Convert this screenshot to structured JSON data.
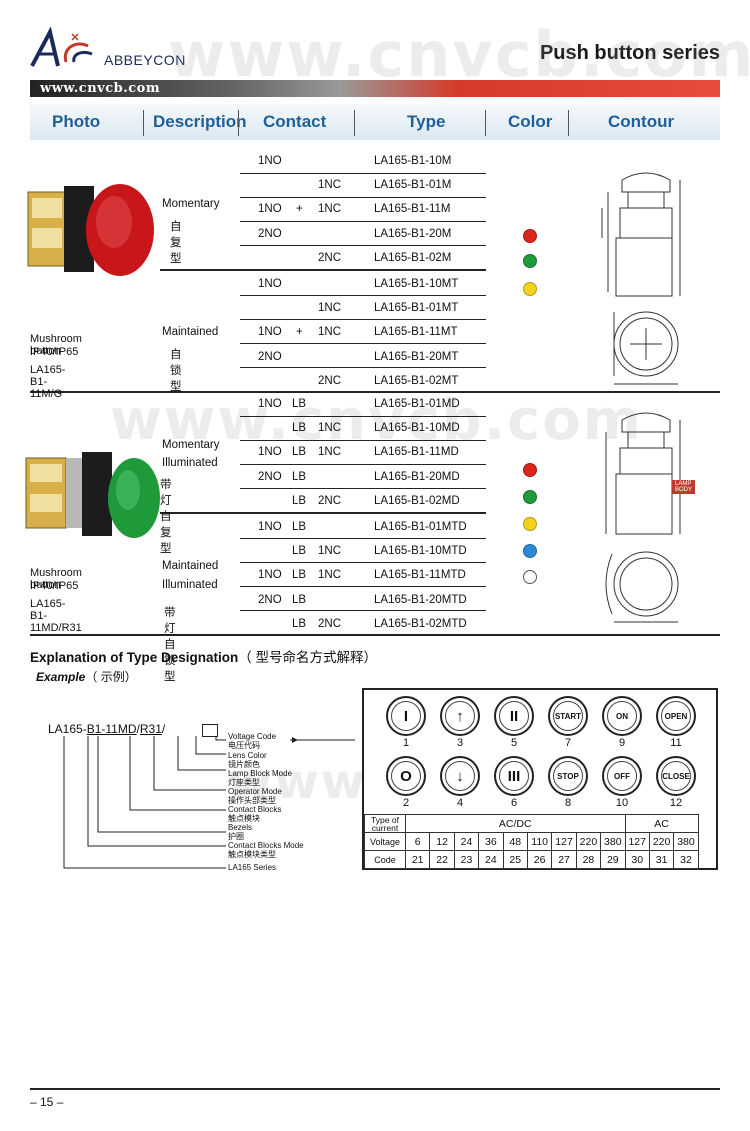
{
  "header": {
    "brand": "ABBEYCON",
    "title": "Push button series",
    "url": "www.cnvcb.com",
    "watermark": "www.cnvcb.com"
  },
  "columns": {
    "photo": "Photo",
    "description": "Description",
    "contact": "Contact",
    "type": "Type",
    "color": "Color",
    "contour": "Contour"
  },
  "section1": {
    "momentary_en": "Momentary",
    "momentary_cn": "自复型",
    "maintained_en": "Maintained",
    "maintained_cn": "自锁型",
    "name": "Mushroom button",
    "ip": "IP40/IP65",
    "model": "LA165-B1-11M/G",
    "rows": [
      {
        "c1": "1NO",
        "c2": "",
        "c3": "",
        "type": "LA165-B1-10M"
      },
      {
        "c1": "",
        "c2": "",
        "c3": "1NC",
        "type": "LA165-B1-01M"
      },
      {
        "c1": "1NO",
        "c2": "+",
        "c3": "1NC",
        "type": "LA165-B1-11M"
      },
      {
        "c1": "2NO",
        "c2": "",
        "c3": "",
        "type": "LA165-B1-20M"
      },
      {
        "c1": "",
        "c2": "",
        "c3": "2NC",
        "type": "LA165-B1-02M"
      },
      {
        "c1": "1NO",
        "c2": "",
        "c3": "",
        "type": "LA165-B1-10MT"
      },
      {
        "c1": "",
        "c2": "",
        "c3": "1NC",
        "type": "LA165-B1-01MT"
      },
      {
        "c1": "1NO",
        "c2": "+",
        "c3": "1NC",
        "type": "LA165-B1-11MT"
      },
      {
        "c1": "2NO",
        "c2": "",
        "c3": "",
        "type": "LA165-B1-20MT"
      },
      {
        "c1": "",
        "c2": "",
        "c3": "2NC",
        "type": "LA165-B1-02MT"
      }
    ],
    "colors": [
      "#d9261c",
      "#1f9a3a",
      "#f1d21c"
    ]
  },
  "section2": {
    "momentary_en": "Momentary",
    "illum": "Illuminated",
    "momentary_cn": "带灯自复型",
    "maintained_en": "Maintained",
    "maintained_cn": "带灯自锁型",
    "name": "Mushroom button",
    "ip": "IP40/IP65",
    "model": "LA165-B1-11MD/R31",
    "rows": [
      {
        "c1": "1NO",
        "c2": "LB",
        "c3": "",
        "type": "LA165-B1-01MD"
      },
      {
        "c1": "",
        "c2": "LB",
        "c3": "1NC",
        "type": "LA165-B1-10MD"
      },
      {
        "c1": "1NO",
        "c2": "LB",
        "c3": "1NC",
        "type": "LA165-B1-11MD"
      },
      {
        "c1": "2NO",
        "c2": "LB",
        "c3": "",
        "type": "LA165-B1-20MD"
      },
      {
        "c1": "",
        "c2": "LB",
        "c3": "2NC",
        "type": "LA165-B1-02MD"
      },
      {
        "c1": "1NO",
        "c2": "LB",
        "c3": "",
        "type": "LA165-B1-01MTD"
      },
      {
        "c1": "",
        "c2": "LB",
        "c3": "1NC",
        "type": "LA165-B1-10MTD"
      },
      {
        "c1": "1NO",
        "c2": "LB",
        "c3": "1NC",
        "type": "LA165-B1-11MTD"
      },
      {
        "c1": "2NO",
        "c2": "LB",
        "c3": "",
        "type": "LA165-B1-20MTD"
      },
      {
        "c1": "",
        "c2": "LB",
        "c3": "2NC",
        "type": "LA165-B1-02MTD"
      }
    ],
    "colors": [
      "#d9261c",
      "#1f9a3a",
      "#f1d21c",
      "#2a8ad6",
      "#ffffff"
    ]
  },
  "drawing_label": "LAMP BODY",
  "explanation": {
    "title": "Explanation of Type Designation",
    "title_cn": "（ 型号命名方式解释）",
    "example": "Example",
    "example_cn": "（ 示例）",
    "code_parts": [
      "LA165-",
      "B",
      "1-11",
      "M",
      "D",
      "/",
      "R",
      "31",
      "/"
    ],
    "labels": [
      {
        "en": "Voltage Code",
        "cn": "电压代码"
      },
      {
        "en": "Lens Color",
        "cn": "镜片颜色"
      },
      {
        "en": "Lamp Block Mode",
        "cn": "灯座类型"
      },
      {
        "en": "Operator Mode",
        "cn": "操作头部类型"
      },
      {
        "en": "Contact Blocks",
        "cn": "触点模块"
      },
      {
        "en": "Bezels",
        "cn": "护圈"
      },
      {
        "en": "Contact Blocks Mode",
        "cn": "触点模块类型"
      },
      {
        "en": "LA165 Series",
        "cn": ""
      }
    ]
  },
  "buttons": [
    {
      "sym": "I",
      "label": "1"
    },
    {
      "sym": "↑",
      "label": "3"
    },
    {
      "sym": "II",
      "label": "5"
    },
    {
      "sym": "START",
      "label": "7"
    },
    {
      "sym": "ON",
      "label": "9"
    },
    {
      "sym": "OPEN",
      "label": "11"
    },
    {
      "sym": "O",
      "label": "2"
    },
    {
      "sym": "↓",
      "label": "4"
    },
    {
      "sym": "III",
      "label": "6"
    },
    {
      "sym": "STOP",
      "label": "8"
    },
    {
      "sym": "OFF",
      "label": "10"
    },
    {
      "sym": "CLOSE",
      "label": "12"
    }
  ],
  "voltage_table": {
    "type_label": "Type of current",
    "acdc": "AC/DC",
    "ac": "AC",
    "voltage_label": "Voltage",
    "code_label": "Code",
    "voltages": [
      "6",
      "12",
      "24",
      "36",
      "48",
      "110",
      "127",
      "220",
      "380",
      "127",
      "220",
      "380"
    ],
    "codes": [
      "21",
      "22",
      "23",
      "24",
      "25",
      "26",
      "27",
      "28",
      "29",
      "30",
      "31",
      "32"
    ]
  },
  "footer": {
    "page": "– 15 –"
  }
}
